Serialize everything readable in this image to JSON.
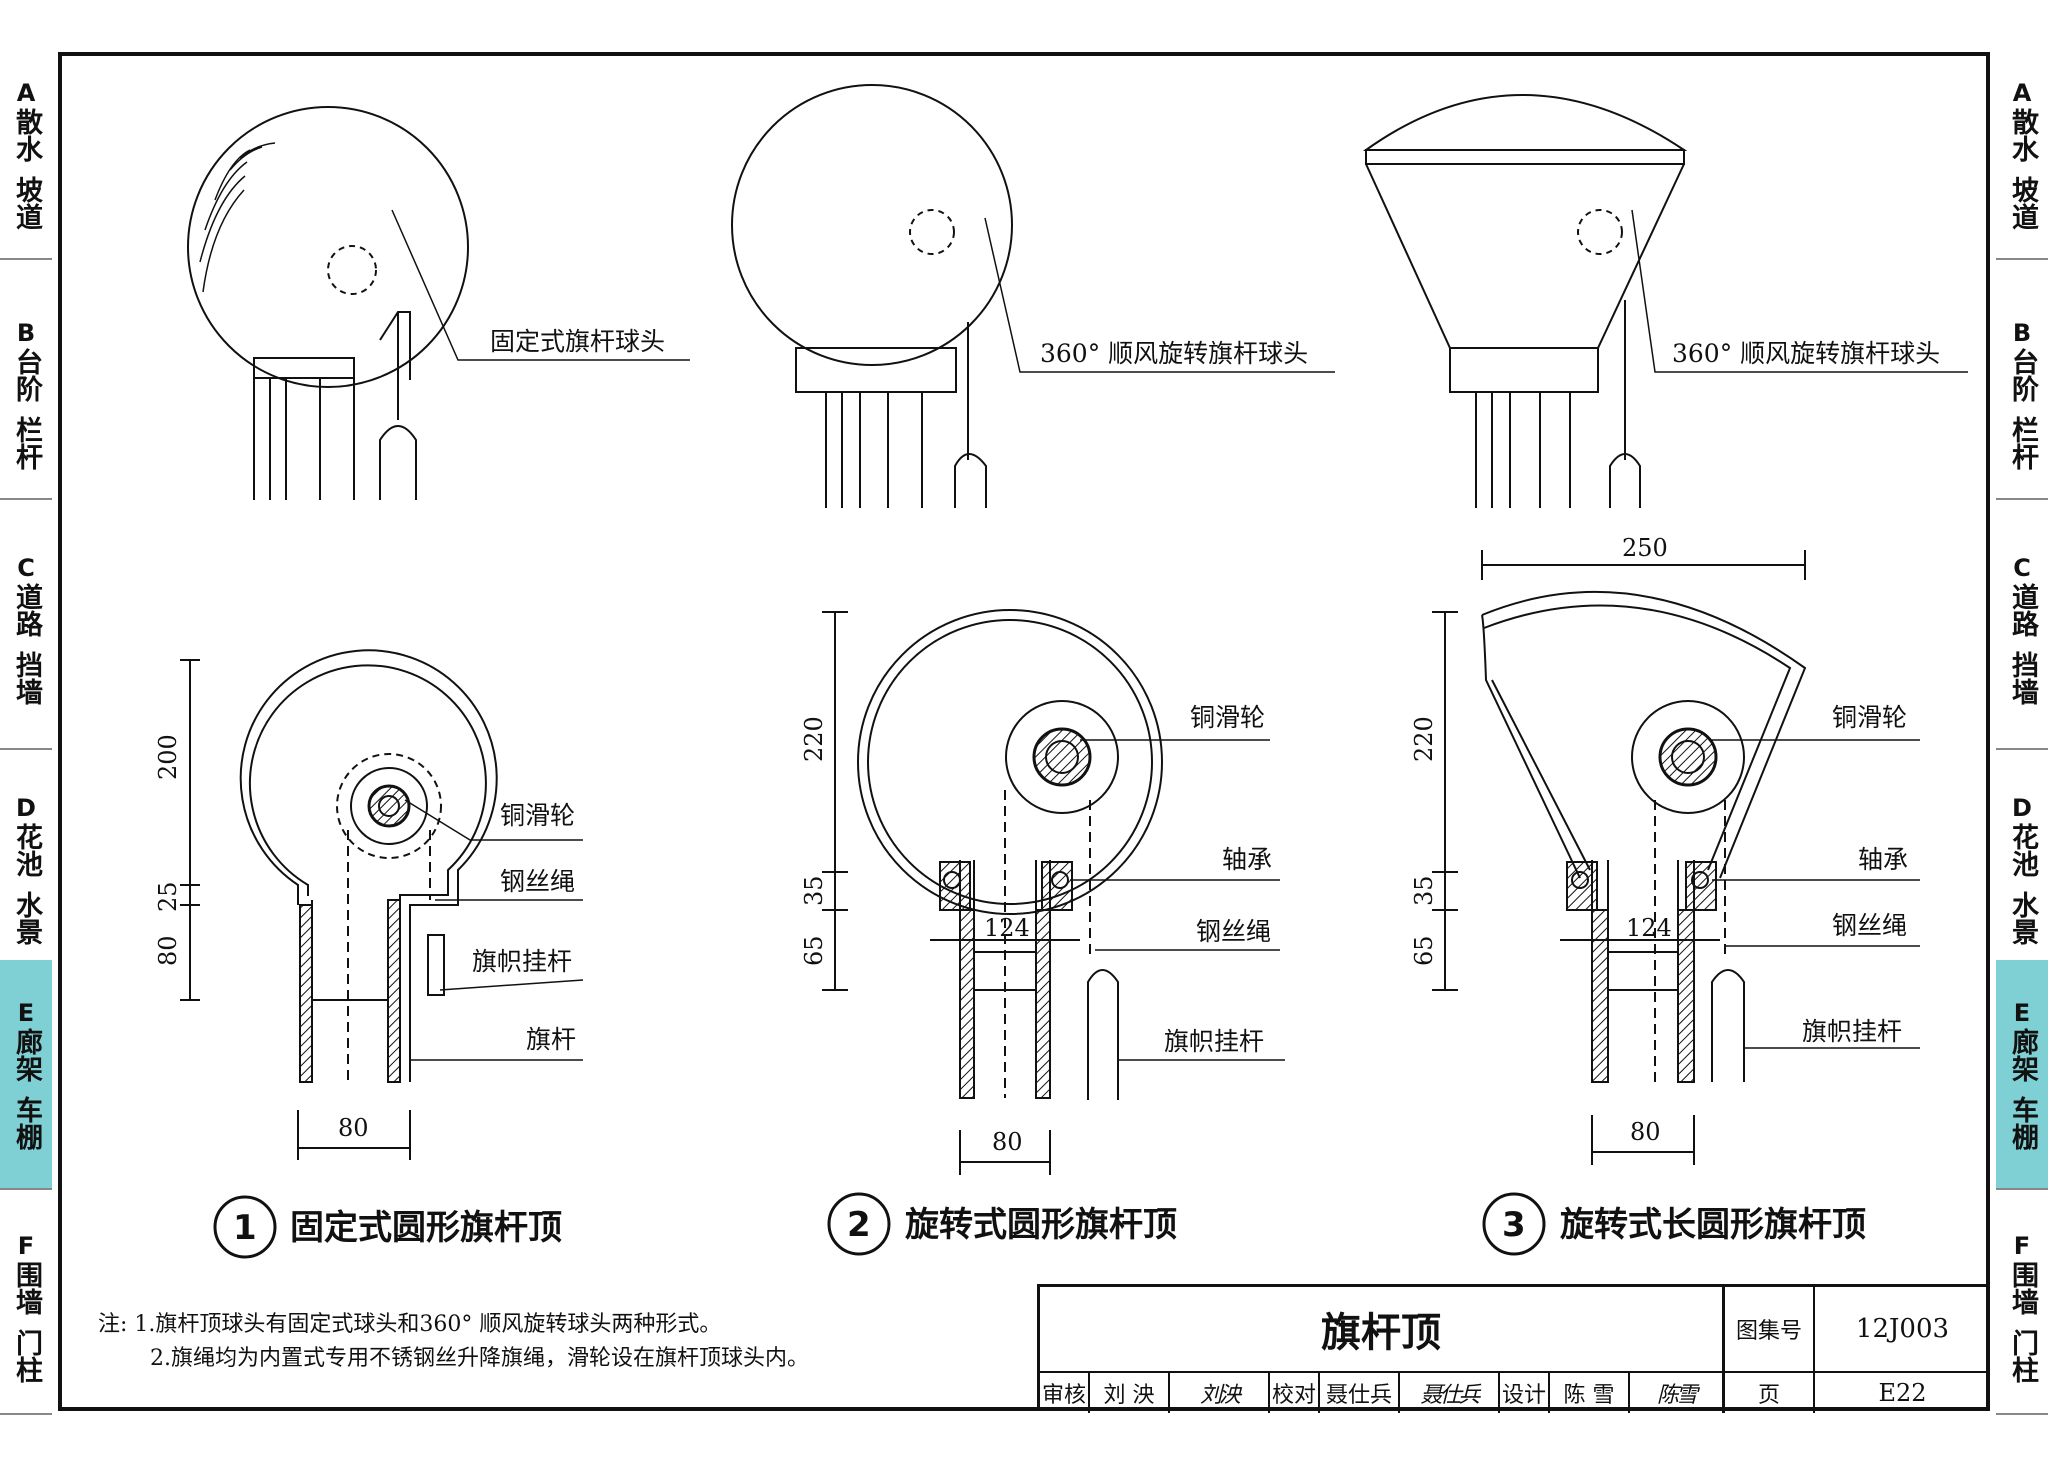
{
  "side_tabs": [
    {
      "letter": "A",
      "line1": "散水",
      "line2": "坡道",
      "active": false
    },
    {
      "letter": "B",
      "line1": "台阶",
      "line2": "栏杆",
      "active": false
    },
    {
      "letter": "C",
      "line1": "道路",
      "line2": "挡墙",
      "active": false
    },
    {
      "letter": "D",
      "line1": "花池",
      "line2": "水景",
      "active": false
    },
    {
      "letter": "E",
      "line1": "廊架",
      "line2": "车棚",
      "active": true
    },
    {
      "letter": "F",
      "line1": "围墙",
      "line2": "门柱",
      "active": false
    }
  ],
  "elevation_labels": {
    "fixed_head": "固定式旗杆球头",
    "rotating_head_2": "360° 顺风旋转旗杆球头",
    "rotating_head_3": "360° 顺风旋转旗杆球头"
  },
  "detail1": {
    "dims": [
      "200",
      "25",
      "80",
      "80"
    ],
    "labels": [
      "铜滑轮",
      "钢丝绳",
      "旗帜挂杆",
      "旗杆"
    ],
    "num": "1",
    "caption": "固定式圆形旗杆顶"
  },
  "detail2": {
    "dims": [
      "220",
      "35",
      "65",
      "124",
      "80"
    ],
    "labels": [
      "铜滑轮",
      "轴承",
      "钢丝绳",
      "旗帜挂杆"
    ],
    "num": "2",
    "caption": "旋转式圆形旗杆顶"
  },
  "detail3": {
    "dims": [
      "250",
      "220",
      "35",
      "65",
      "124",
      "80"
    ],
    "labels": [
      "铜滑轮",
      "轴承",
      "钢丝绳",
      "旗帜挂杆"
    ],
    "num": "3",
    "caption": "旋转式长圆形旗杆顶"
  },
  "notes": {
    "line1": "注: 1.旗杆顶球头有固定式球头和360° 顺风旋转球头两种形式。",
    "line2": "2.旗绳均为内置式专用不锈钢丝升降旗绳，滑轮设在旗杆顶球头内。"
  },
  "title_block": {
    "title": "旗杆顶",
    "atlas_label": "图集号",
    "atlas_no": "12J003",
    "review_label": "审核",
    "reviewer": "刘 泱",
    "reviewer_sig": "刘泱",
    "check_label": "校对",
    "checker": "聂仕兵",
    "checker_sig": "聂仕兵",
    "design_label": "设计",
    "designer": "陈 雪",
    "designer_sig": "陈雪",
    "page_label": "页",
    "page_no": "E22"
  }
}
